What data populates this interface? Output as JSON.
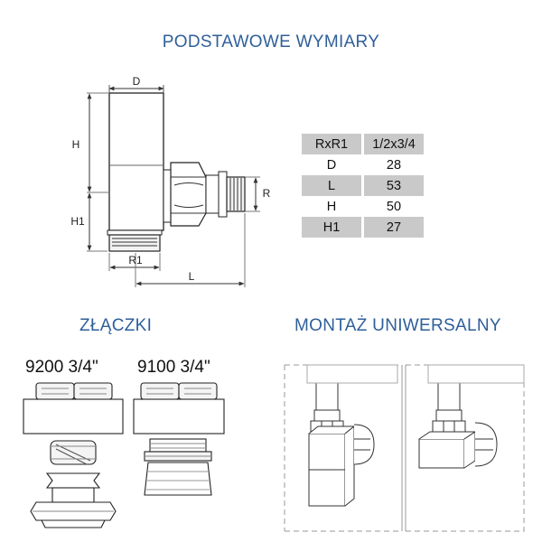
{
  "headings": {
    "dimensions": "PODSTAWOWE WYMIARY",
    "connectors": "ZŁĄCZKI",
    "mounting": "MONTAŻ UNIWERSALNY"
  },
  "labels": {
    "D": "D",
    "H": "H",
    "H1": "H1",
    "R": "R",
    "R1": "R1",
    "L": "L"
  },
  "table": [
    {
      "name": "RxR1",
      "value": "1/2x3/4"
    },
    {
      "name": "D",
      "value": "28"
    },
    {
      "name": "L",
      "value": "53"
    },
    {
      "name": "H",
      "value": "50"
    },
    {
      "name": "H1",
      "value": "27"
    }
  ],
  "variants": {
    "first": "9200 3/4\"",
    "second": "9100 3/4\""
  },
  "colors": {
    "heading": "#2f5f9a",
    "table_shade": "#c9c9c9"
  }
}
